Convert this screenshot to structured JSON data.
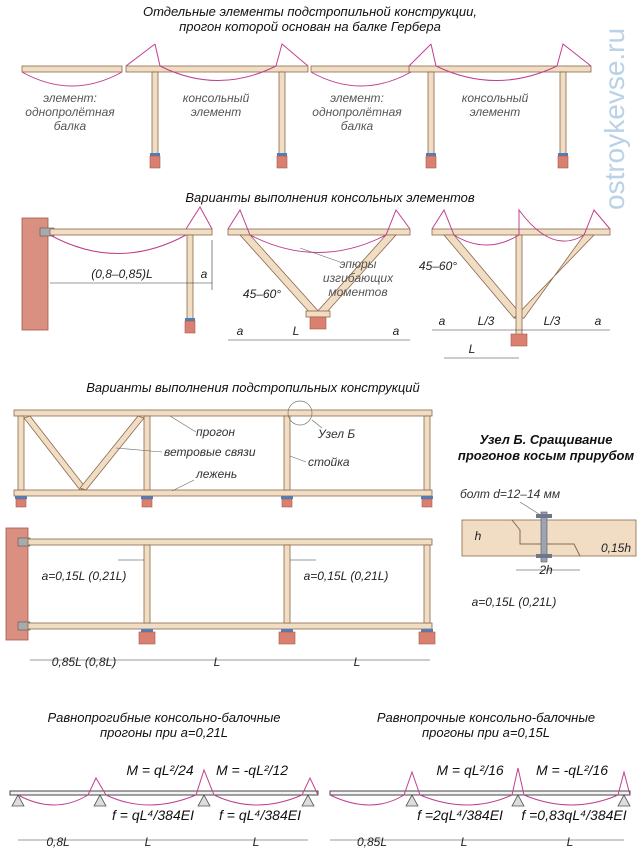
{
  "watermark": "ostroykevse.ru",
  "section1": {
    "title_line1": "Отдельные элементы подстропильной конструкции,",
    "title_line2": "прогон которой основан на балке Гербера",
    "labels": {
      "simple_beam_1": [
        "элемент:",
        "однопролётная",
        "балка"
      ],
      "cantilever_1": [
        "консольный",
        "элемент"
      ],
      "simple_beam_2": [
        "элемент:",
        "однопролётная",
        "балка"
      ],
      "cantilever_2": [
        "консольный",
        "элемент"
      ]
    }
  },
  "section2": {
    "title": "Варианты выполнения консольных элементов",
    "dim_span": "(0,8–0,85)L",
    "dim_a": "a",
    "angle": "45–60°",
    "moment_label": [
      "эпюры",
      "изгибающих",
      "моментов"
    ],
    "dim_L": "L",
    "dim_L3": "L/3"
  },
  "section3": {
    "title": "Варианты выполнения подстропильных конструкций",
    "labels": {
      "purlin": "прогон",
      "wind_braces": "ветровые связи",
      "sill": "лежень",
      "node_b": "Узел Б",
      "post": "стойка"
    },
    "dims": {
      "a_left": "a=0,15L (0,21L)",
      "a_right": "a=0,15L (0,21L)",
      "span_first": "0,85L (0,8L)",
      "span_L": "L"
    }
  },
  "node_detail": {
    "title_line1": "Узел Б. Сращивание",
    "title_line2": "прогонов косым прирубом",
    "bolt": "болт d=12–14 мм",
    "h": "h",
    "h015": "0,15h",
    "h2": "2h",
    "a": "a=0,15L (0,21L)"
  },
  "section4": {
    "left": {
      "title_line1": "Равнопрогибные консольно-балочные",
      "title_line2": "прогоны при a=0,21L",
      "moment_pos": "M = qL²/24",
      "moment_neg": "M = -qL²/12",
      "deflection_1": "f = qL⁴/384EI",
      "deflection_2": "f = qL⁴/384EI",
      "dim_first": "0,8L",
      "dim_L": "L"
    },
    "right": {
      "title_line1": "Равнопрочные консольно-балочные",
      "title_line2": "прогоны при a=0,15L",
      "moment_pos": "M = qL²/16",
      "moment_neg": "M = -qL²/16",
      "deflection_1": "f =2qL⁴/384EI",
      "deflection_2": "f =0,83qL⁴/384EI",
      "dim_first": "0,85L",
      "dim_L": "L"
    }
  },
  "colors": {
    "wood": "#f1dcc4",
    "brick": "#d99080",
    "moment": "#c04090",
    "plate": "#4d7fbf"
  }
}
